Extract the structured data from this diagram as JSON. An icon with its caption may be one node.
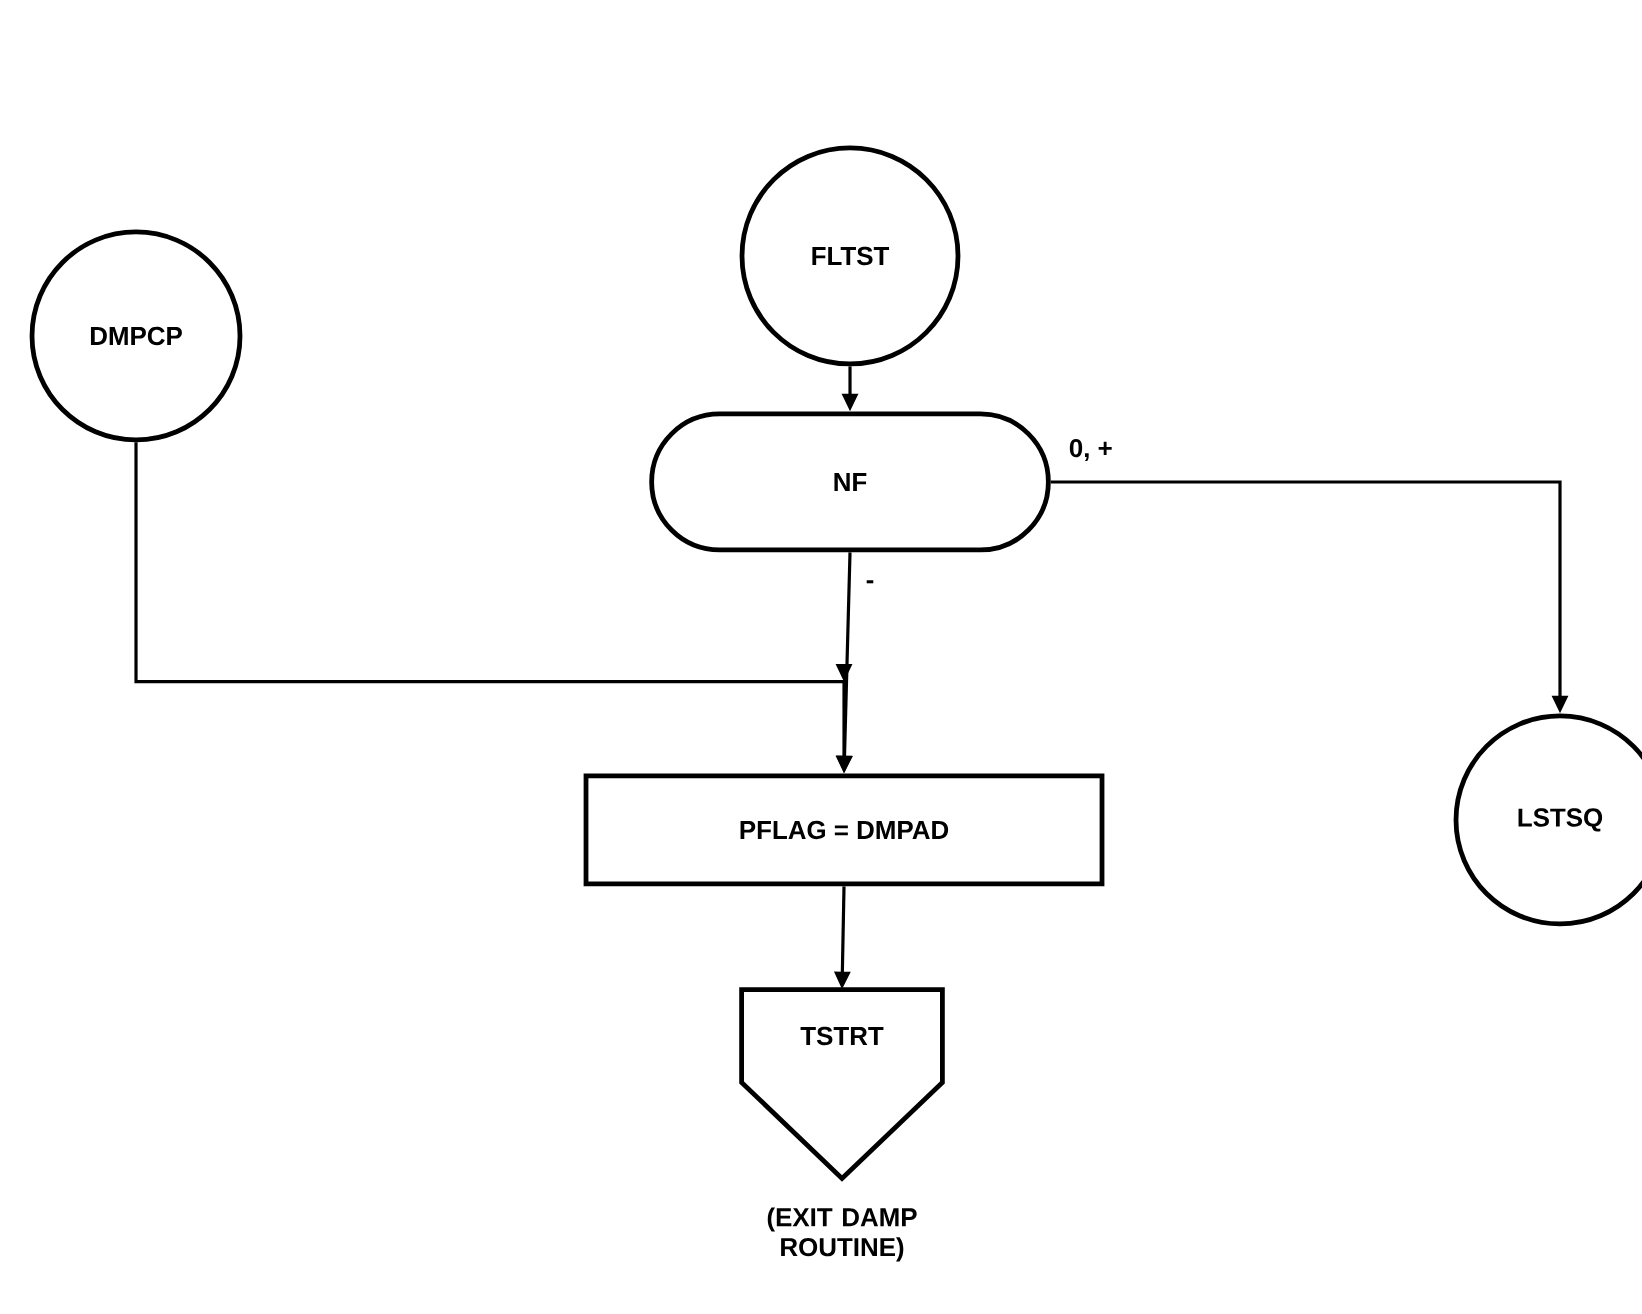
{
  "diagram": {
    "nodes": [
      {
        "text": [
          "FLTST"
        ]
      },
      {
        "text": [
          "DMPCP"
        ]
      },
      {
        "text": [
          "NF"
        ]
      },
      {
        "text": [
          "PFLAG = DMPAD"
        ]
      },
      {
        "text": [
          "LSTSQ"
        ]
      },
      {
        "text": [
          "TSTRT"
        ],
        "beside": [
          "(EXIT DAMP ROUTINE)"
        ]
      }
    ],
    "edges": [
      {
        "from": 0,
        "to": 2,
        "arrow": "to"
      },
      {
        "from": 2,
        "to": 3,
        "arrow": "to",
        "label": "-"
      },
      {
        "from": 1,
        "to": 3,
        "arrow": "to"
      },
      {
        "from": 2,
        "to": 4,
        "arrow": "to",
        "label": "0, +"
      },
      {
        "from": 3,
        "to": 5,
        "arrow": "to"
      }
    ]
  }
}
